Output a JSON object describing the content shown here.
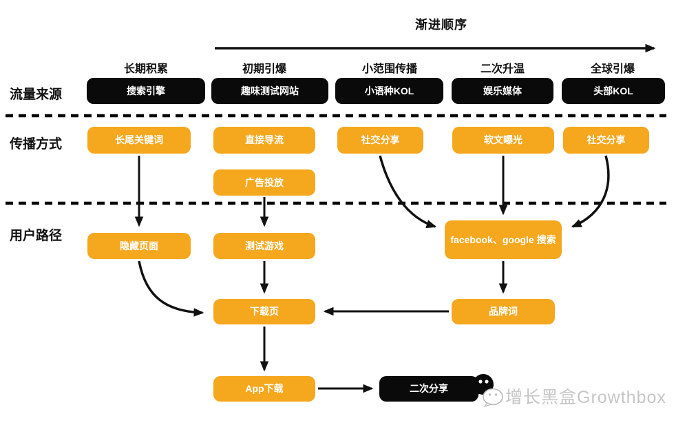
{
  "axis": {
    "title": "渐进顺序",
    "stages": [
      "长期积累",
      "初期引爆",
      "小范围传播",
      "二次升温",
      "全球引爆"
    ]
  },
  "lanes": {
    "sources": "流量来源",
    "methods": "传播方式",
    "paths": "用户路径"
  },
  "nodes": {
    "search_engine": "搜索引擎",
    "quiz_site": "趣味测试网站",
    "minor_kol": "小语种KOL",
    "ent_media": "娱乐媒体",
    "top_kol": "头部KOL",
    "longtail": "长尾关键词",
    "direct": "直接导流",
    "social_share_a": "社交分享",
    "soft_article": "软文曝光",
    "social_share_b": "社交分享",
    "ads": "广告投放",
    "hidden_page": "隐藏页面",
    "test_game": "测试游戏",
    "fb_google": "facebook、google 搜索",
    "brand_word": "品牌词",
    "download_page": "下载页",
    "app_download": "App下载",
    "reshare": "二次分享"
  },
  "watermark": {
    "brand": "增长黑盒Growthbox",
    "icon": "wechat-icon"
  },
  "colors": {
    "accent_orange": "#F5A71E",
    "node_black": "#0A0A0A",
    "arrow_black": "#111111",
    "watermark_gray": "#C6C6C6"
  }
}
